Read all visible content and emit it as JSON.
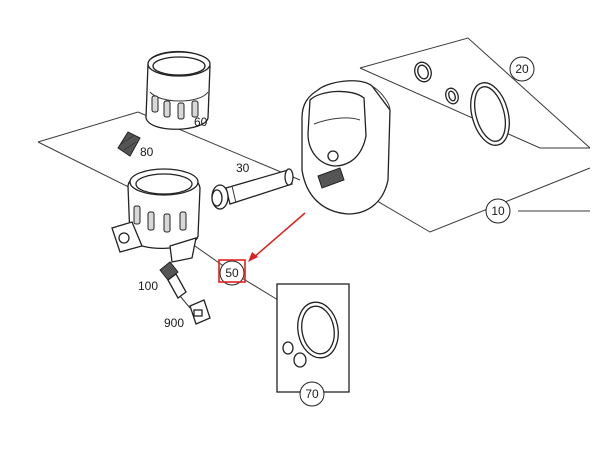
{
  "labels": {
    "p10": "10",
    "p20": "20",
    "p30": "30",
    "p50": "50",
    "p60": "60",
    "p70": "70",
    "p80": "80",
    "p100": "100",
    "p900": "900"
  },
  "colors": {
    "highlight": "#e0201e",
    "line": "#3a3a3a"
  },
  "highlighted_part": "50"
}
